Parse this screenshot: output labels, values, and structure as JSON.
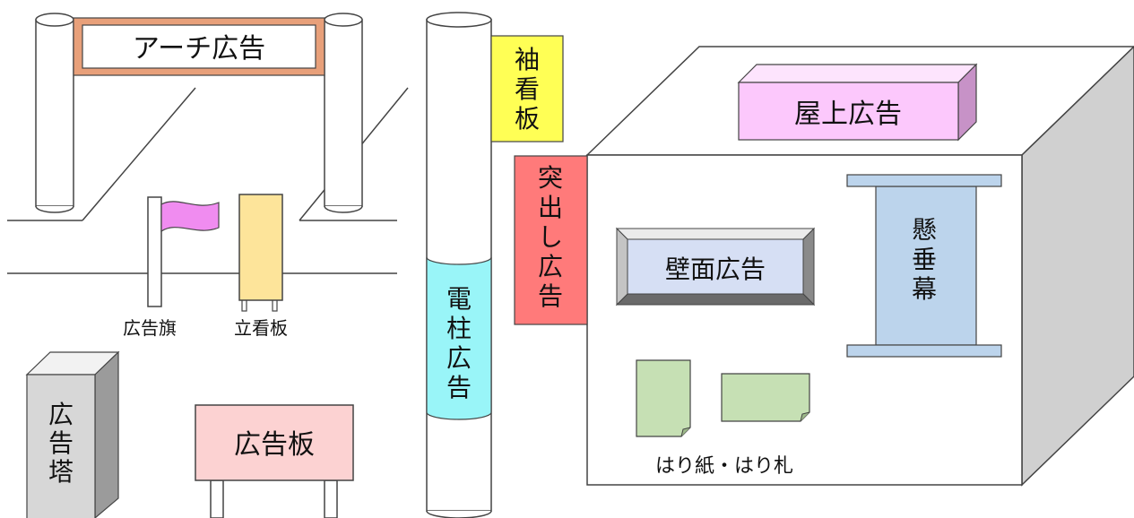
{
  "labels": {
    "arch": "アーチ広告",
    "flag": "広告旗",
    "stand": "立看板",
    "tower": [
      "広",
      "告",
      "塔"
    ],
    "board": "広告板",
    "pole": [
      "電",
      "柱",
      "広",
      "告"
    ],
    "sleeve": [
      "袖",
      "看",
      "板"
    ],
    "protruding": [
      "突",
      "出",
      "し",
      "広",
      "告"
    ],
    "rooftop": "屋上広告",
    "wall": "壁面広告",
    "banner": [
      "懸",
      "垂",
      "幕"
    ],
    "posters": "はり紙・はり札"
  },
  "colors": {
    "arch_border": "#d99a70",
    "flag": "#f08cf0",
    "stand": "#fde49a",
    "tower": "#d7d7d7",
    "board": "#fcd2d2",
    "pole_band": "#99f5f8",
    "sleeve": "#ffff55",
    "protruding": "#ff7a7a",
    "rooftop": "#fcc8fc",
    "wall": "#d6dff4",
    "banner": "#bcd4ec",
    "posters": "#c6e0b4"
  }
}
